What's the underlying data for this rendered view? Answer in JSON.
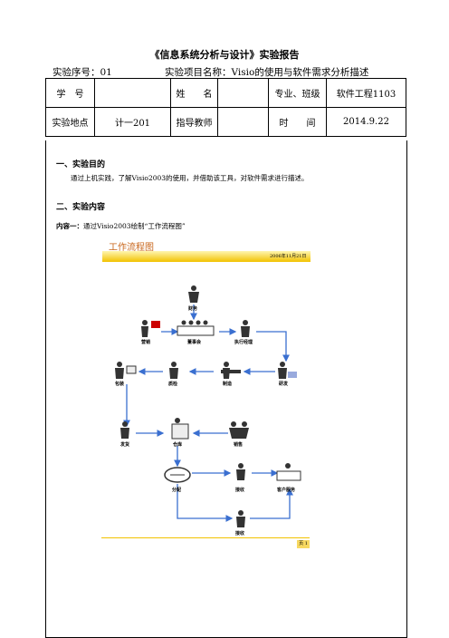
{
  "doc_title": "《信息系统分析与设计》实验报告",
  "header": {
    "seq_label": "实验序号：01",
    "project_label": "实验项目名称：Visio的使用与软件需求分析描述"
  },
  "table": {
    "row1": [
      "学　号",
      "",
      "姓　　名",
      "",
      "专业、班级",
      "软件工程1103"
    ],
    "row2": [
      "实验地点",
      "计一201",
      "指导教师",
      "",
      "时　　间",
      "2014.9.22"
    ]
  },
  "section1": {
    "title": "一、实验目的",
    "text": "通过上机实践，了解Visio2003的使用，并借助该工具，对软件需求进行描述。"
  },
  "section2": {
    "title": "二、实验内容"
  },
  "content1": {
    "label": "内容一：",
    "text": "通过Visio2003绘制“工作流程图”"
  },
  "figure": {
    "title": "工作流程图",
    "date": "2006年11月21日",
    "page_no": "页 1",
    "nodes": [
      "财务",
      "营销",
      "董事会",
      "执行经理",
      "研发",
      "包装",
      "质检",
      "制造",
      "发货",
      "仓库",
      "销售",
      "分配",
      "接收",
      "客户服务",
      "接收"
    ]
  },
  "colors": {
    "accent": "#f2c200",
    "arrow": "#3a6fd0",
    "figure_title": "#c8651a"
  }
}
